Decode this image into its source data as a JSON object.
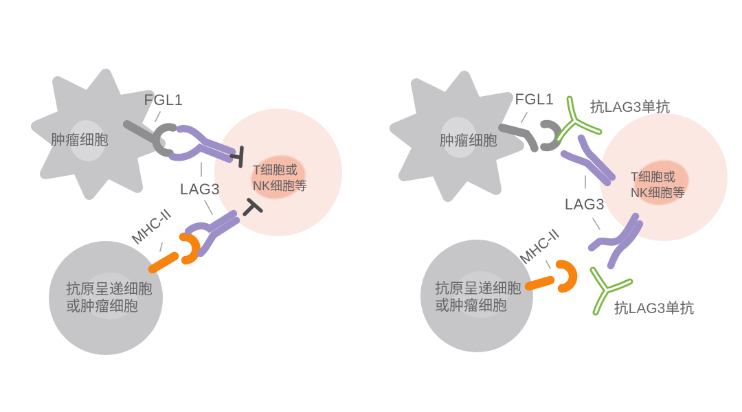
{
  "figure": {
    "left_panel": {
      "tumor_cell": "肿瘤细胞",
      "fgl1": "FGL1",
      "lag3": "LAG3",
      "mhc2": "MHC-II",
      "immune_cell_line1": "T细胞或",
      "immune_cell_line2": "NK细胞等",
      "apc_line1": "抗原呈递细胞",
      "apc_line2": "或肿瘤细胞"
    },
    "right_panel": {
      "tumor_cell": "肿瘤细胞",
      "fgl1": "FGL1",
      "lag3": "LAG3",
      "mhc2": "MHC-II",
      "immune_cell_line1": "T细胞或",
      "immune_cell_line2": "NK细胞等",
      "apc_line1": "抗原呈递细胞",
      "apc_line2": "或肿瘤细胞",
      "anti_lag3_top": "抗LAG3单抗",
      "anti_lag3_bottom": "抗LAG3单抗"
    }
  },
  "colors": {
    "background": "#ffffff",
    "cell_gray": "#c6c5c7",
    "cell_inner_gray": "#d8d7d9",
    "apc_inner_gray": "#cfced1",
    "immune_cell_pink": "#fbe8e3",
    "immune_nucleus_salmon": "#f6bdab",
    "immune_nucleus_border": "#f9d4c4",
    "fgl1_receptor_gray": "#8e8d8f",
    "lag3_purple": "#9c8fc8",
    "mhc2_orange": "#f8830f",
    "anti_lag3_green": "#79b840",
    "inhibition_bar_dark": "#4b4b4d",
    "label_text": "#5a5a5c",
    "tick_line": "#a3a2a4"
  }
}
